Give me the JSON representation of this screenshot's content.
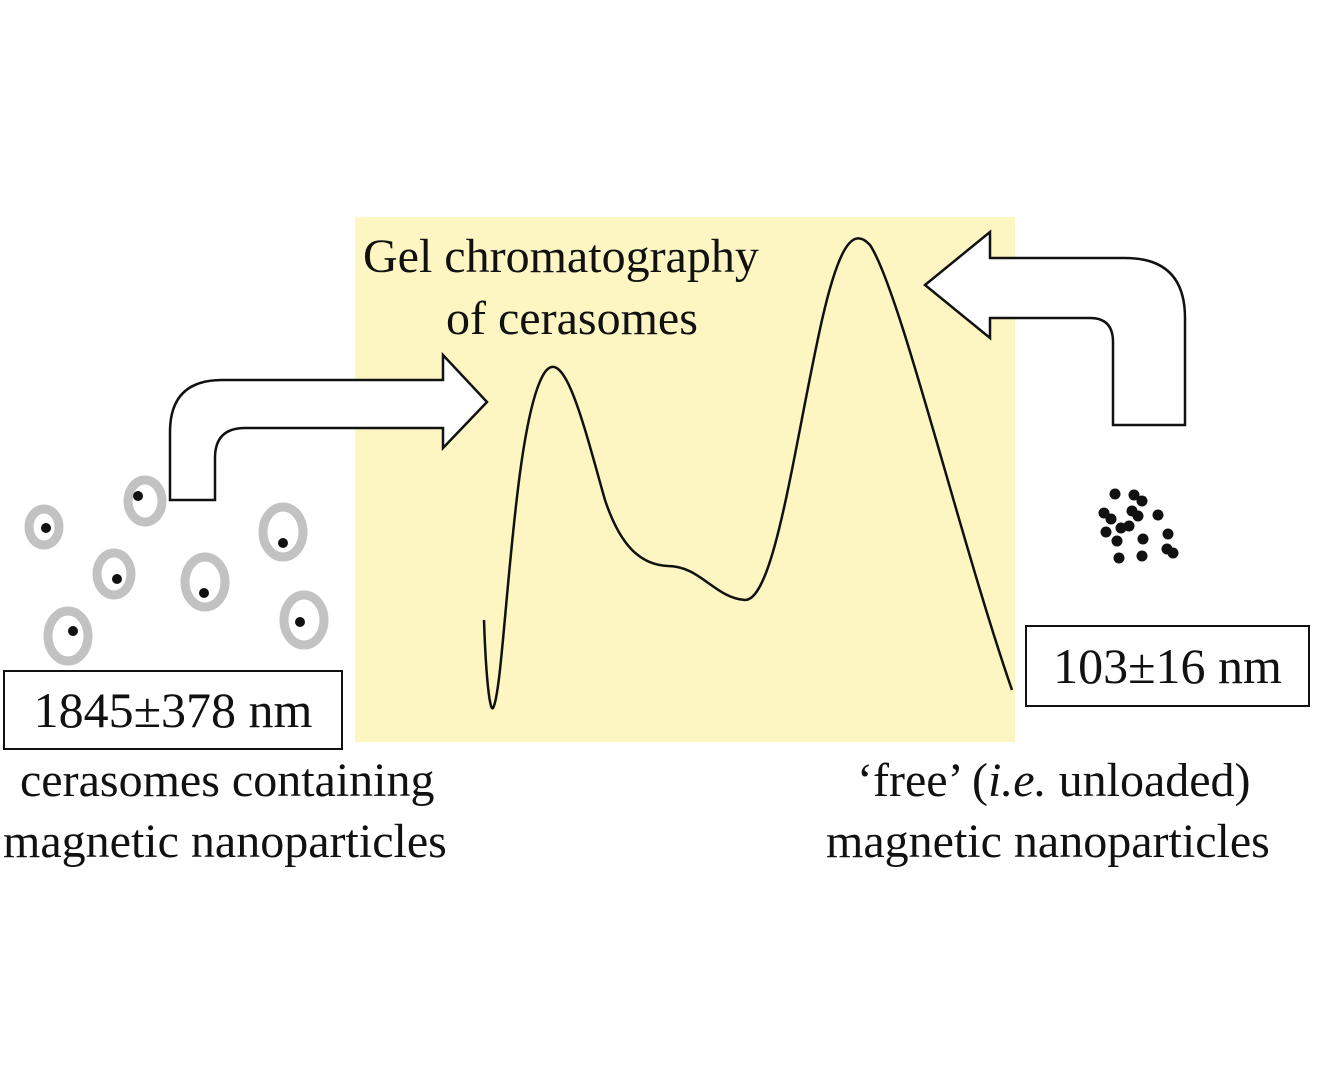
{
  "title_line1": "Gel chromatography",
  "title_line2": "of cerasomes",
  "left": {
    "size_label": "1845±378 nm",
    "caption_line1": "cerasomes containing",
    "caption_line2": "magnetic nanoparticles"
  },
  "right": {
    "size_label": "103±16 nm",
    "caption_line1_a": "‘free’ (",
    "caption_line1_italic": "i.e.",
    "caption_line1_b": " unloaded)",
    "caption_line2": "magnetic nanoparticles"
  },
  "colors": {
    "panel": "#fdf6c3",
    "ring": "#c2c2c2",
    "ink": "#111111"
  }
}
